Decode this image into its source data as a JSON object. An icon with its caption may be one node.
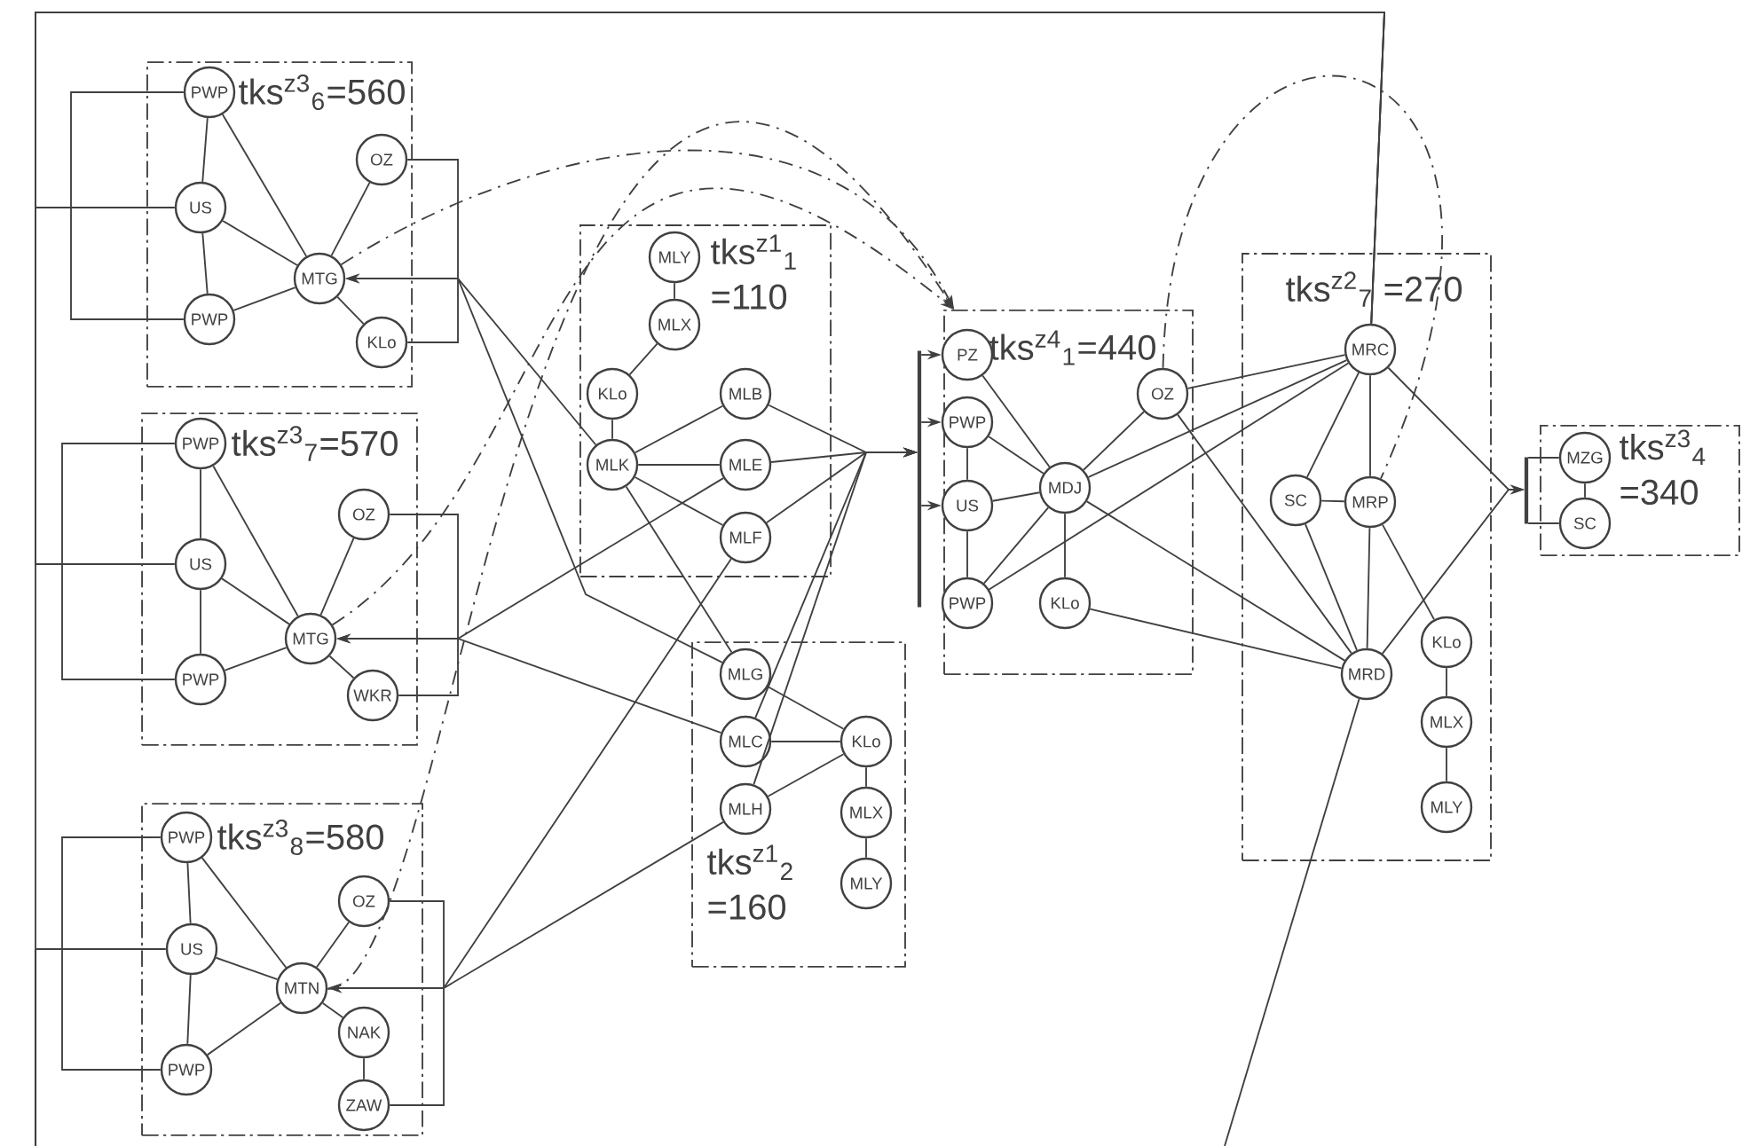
{
  "diagram": {
    "nodes": [
      {
        "text": [
          "tks$^{z3}$$_{6}$=560"
        ]
      },
      {
        "text": [
          "PWP"
        ],
        "in": 0
      },
      {
        "text": [
          "US"
        ],
        "in": 0
      },
      {
        "text": [
          "PWP"
        ],
        "in": 0
      },
      {
        "text": [
          "OZ"
        ],
        "in": 0
      },
      {
        "text": [
          "MTG"
        ],
        "in": 0
      },
      {
        "text": [
          "KLo"
        ],
        "in": 0
      },
      {
        "text": [
          "tks$^{z3}$$_{7}$=570"
        ]
      },
      {
        "text": [
          "PWP"
        ],
        "in": 7
      },
      {
        "text": [
          "US"
        ],
        "in": 7
      },
      {
        "text": [
          "PWP"
        ],
        "in": 7
      },
      {
        "text": [
          "OZ"
        ],
        "in": 7
      },
      {
        "text": [
          "MTG"
        ],
        "in": 7
      },
      {
        "text": [
          "WKR"
        ],
        "in": 7
      },
      {
        "text": [
          "tks$^{z3}$$_{8}$=580"
        ]
      },
      {
        "text": [
          "PWP"
        ],
        "in": 14
      },
      {
        "text": [
          "US"
        ],
        "in": 14
      },
      {
        "text": [
          "PWP"
        ],
        "in": 14
      },
      {
        "text": [
          "OZ"
        ],
        "in": 14
      },
      {
        "text": [
          "MTN"
        ],
        "in": 14
      },
      {
        "text": [
          "NAK"
        ],
        "in": 14
      },
      {
        "text": [
          "ZAW"
        ],
        "in": 14
      },
      {
        "text": [
          "tks$^{z1}$$_{1}$ =110"
        ]
      },
      {
        "text": [
          "MLY"
        ],
        "in": 22
      },
      {
        "text": [
          "MLX"
        ],
        "in": 22
      },
      {
        "text": [
          "KLo"
        ],
        "in": 22
      },
      {
        "text": [
          "MLB"
        ],
        "in": 22
      },
      {
        "text": [
          "MLK"
        ],
        "in": 22
      },
      {
        "text": [
          "MLE"
        ],
        "in": 22
      },
      {
        "text": [
          "MLF"
        ],
        "in": 22
      },
      {
        "text": [
          "tks$^{z1}$$_{2}$ =160"
        ]
      },
      {
        "text": [
          "MLG"
        ],
        "in": 30
      },
      {
        "text": [
          "MLC"
        ],
        "in": 30
      },
      {
        "text": [
          "KLo"
        ],
        "in": 30
      },
      {
        "text": [
          "MLH"
        ],
        "in": 30
      },
      {
        "text": [
          "MLX"
        ],
        "in": 30
      },
      {
        "text": [
          "MLY"
        ],
        "in": 30
      },
      {
        "text": [
          "tks$^{z4}$$_{1}$=440"
        ]
      },
      {
        "text": [
          "PZ"
        ],
        "in": 37
      },
      {
        "text": [
          "PWP"
        ],
        "in": 37
      },
      {
        "text": [
          "OZ"
        ],
        "in": 37
      },
      {
        "text": [
          "US"
        ],
        "in": 37
      },
      {
        "text": [
          "MDJ"
        ],
        "in": 37
      },
      {
        "text": [
          "PWP"
        ],
        "in": 37
      },
      {
        "text": [
          "KLo"
        ],
        "in": 37
      },
      {
        "text": [
          "tks$^{z2}$$_{7}$ =270"
        ]
      },
      {
        "text": [
          "MRC"
        ],
        "in": 45
      },
      {
        "text": [
          "SC"
        ],
        "in": 45
      },
      {
        "text": [
          "MRP"
        ],
        "in": 45
      },
      {
        "text": [
          "MRD"
        ],
        "in": 45
      },
      {
        "text": [
          "KLo"
        ],
        "in": 45
      },
      {
        "text": [
          "MLX"
        ],
        "in": 45
      },
      {
        "text": [
          "MLY"
        ],
        "in": 45
      },
      {
        "text": [
          "tks$^{z3}$$_{4}$ =340"
        ]
      },
      {
        "text": [
          "MZG"
        ],
        "in": 53
      },
      {
        "text": [
          "SC"
        ],
        "in": 53
      },
      {
        "text": [],
        "shape": "bar"
      },
      {
        "text": [],
        "shape": "bar"
      }
    ],
    "edges": [
      {
        "from": 1,
        "to": 2,
        "arrow": "none"
      },
      {
        "from": 2,
        "to": 3,
        "arrow": "none"
      },
      {
        "from": 1,
        "to": 5,
        "arrow": "none"
      },
      {
        "from": 2,
        "to": 5,
        "arrow": "none"
      },
      {
        "from": 3,
        "to": 5,
        "arrow": "none"
      },
      {
        "from": 4,
        "to": 5,
        "arrow": "none"
      },
      {
        "from": 5,
        "to": 6,
        "arrow": "none"
      },
      {
        "from": 1,
        "to": 3,
        "arrow": "none"
      },
      {
        "from": 4,
        "to": 6,
        "arrow": "none"
      },
      {
        "from": 8,
        "to": 9,
        "arrow": "none"
      },
      {
        "from": 9,
        "to": 10,
        "arrow": "none"
      },
      {
        "from": 8,
        "to": 12,
        "arrow": "none"
      },
      {
        "from": 9,
        "to": 12,
        "arrow": "none"
      },
      {
        "from": 10,
        "to": 12,
        "arrow": "none"
      },
      {
        "from": 11,
        "to": 12,
        "arrow": "none"
      },
      {
        "from": 12,
        "to": 13,
        "arrow": "none"
      },
      {
        "from": 8,
        "to": 10,
        "arrow": "none"
      },
      {
        "from": 11,
        "to": 13,
        "arrow": "none"
      },
      {
        "from": 15,
        "to": 16,
        "arrow": "none"
      },
      {
        "from": 16,
        "to": 17,
        "arrow": "none"
      },
      {
        "from": 15,
        "to": 19,
        "arrow": "none"
      },
      {
        "from": 16,
        "to": 19,
        "arrow": "none"
      },
      {
        "from": 17,
        "to": 19,
        "arrow": "none"
      },
      {
        "from": 18,
        "to": 19,
        "arrow": "none"
      },
      {
        "from": 19,
        "to": 20,
        "arrow": "none"
      },
      {
        "from": 20,
        "to": 21,
        "arrow": "none"
      },
      {
        "from": 15,
        "to": 17,
        "arrow": "none"
      },
      {
        "from": 18,
        "to": 21,
        "arrow": "none"
      },
      {
        "from": 23,
        "to": 24,
        "arrow": "none"
      },
      {
        "from": 24,
        "to": 25,
        "arrow": "none"
      },
      {
        "from": 25,
        "to": 27,
        "arrow": "none"
      },
      {
        "from": 27,
        "to": 26,
        "arrow": "none"
      },
      {
        "from": 27,
        "to": 28,
        "arrow": "none"
      },
      {
        "from": 27,
        "to": 29,
        "arrow": "none"
      },
      {
        "from": 27,
        "to": 31,
        "arrow": "none"
      },
      {
        "from": 31,
        "to": 33,
        "arrow": "none"
      },
      {
        "from": 32,
        "to": 33,
        "arrow": "none"
      },
      {
        "from": 33,
        "to": 34,
        "arrow": "none"
      },
      {
        "from": 33,
        "to": 35,
        "arrow": "none"
      },
      {
        "from": 35,
        "to": 36,
        "arrow": "none"
      },
      {
        "from": 38,
        "to": 42,
        "arrow": "none"
      },
      {
        "from": 39,
        "to": 42,
        "arrow": "none"
      },
      {
        "from": 39,
        "to": 41,
        "arrow": "none"
      },
      {
        "from": 41,
        "to": 42,
        "arrow": "none"
      },
      {
        "from": 41,
        "to": 43,
        "arrow": "none"
      },
      {
        "from": 40,
        "to": 42,
        "arrow": "none"
      },
      {
        "from": 42,
        "to": 44,
        "arrow": "none"
      },
      {
        "from": 43,
        "to": 42,
        "arrow": "none"
      },
      {
        "from": 46,
        "to": 47,
        "arrow": "none"
      },
      {
        "from": 46,
        "to": 48,
        "arrow": "none"
      },
      {
        "from": 47,
        "to": 48,
        "arrow": "none"
      },
      {
        "from": 47,
        "to": 49,
        "arrow": "none"
      },
      {
        "from": 48,
        "to": 49,
        "arrow": "none"
      },
      {
        "from": 48,
        "to": 50,
        "arrow": "none"
      },
      {
        "from": 50,
        "to": 51,
        "arrow": "none"
      },
      {
        "from": 51,
        "to": 52,
        "arrow": "none"
      },
      {
        "from": 40,
        "to": 46,
        "arrow": "none"
      },
      {
        "from": 42,
        "to": 46,
        "arrow": "none"
      },
      {
        "from": 43,
        "to": 46,
        "arrow": "none"
      },
      {
        "from": 40,
        "to": 49,
        "arrow": "none"
      },
      {
        "from": 42,
        "to": 49,
        "arrow": "none"
      },
      {
        "from": 44,
        "to": 49,
        "arrow": "none"
      },
      {
        "from": 46,
        "to": 57,
        "arrow": "to"
      },
      {
        "from": 49,
        "to": 57,
        "arrow": "to"
      },
      {
        "from": 54,
        "to": 55,
        "arrow": "none"
      },
      {
        "from": 2,
        "to": 46,
        "arrow": "none"
      },
      {
        "from": 9,
        "to": 46,
        "arrow": "none"
      },
      {
        "from": 16,
        "to": 46,
        "arrow": "none"
      },
      {
        "from": 26,
        "to": 56,
        "arrow": "to"
      },
      {
        "from": 28,
        "to": 56,
        "arrow": "to"
      },
      {
        "from": 29,
        "to": 56,
        "arrow": "to"
      },
      {
        "from": 32,
        "to": 56,
        "arrow": "to"
      },
      {
        "from": 34,
        "to": 56,
        "arrow": "to"
      },
      {
        "from": 27,
        "to": 5,
        "arrow": "to"
      },
      {
        "from": 31,
        "to": 5,
        "arrow": "to"
      },
      {
        "from": 28,
        "to": 12,
        "arrow": "to"
      },
      {
        "from": 32,
        "to": 12,
        "arrow": "to"
      },
      {
        "from": 29,
        "to": 19,
        "arrow": "to"
      },
      {
        "from": 34,
        "to": 19,
        "arrow": "to"
      },
      {
        "from": 5,
        "to": 37,
        "arrow": "to",
        "style": "dashed"
      },
      {
        "from": 12,
        "to": 37,
        "arrow": "to",
        "style": "dashed"
      },
      {
        "from": 19,
        "to": 37,
        "arrow": "to",
        "style": "dashed"
      },
      {
        "from": 40,
        "to": 48,
        "arrow": "none",
        "style": "dashed"
      },
      {
        "from": 49,
        "to": null,
        "arrow": "none"
      },
      {
        "from": 56,
        "to": 38,
        "arrow": "to"
      },
      {
        "from": 56,
        "to": 39,
        "arrow": "to"
      },
      {
        "from": 56,
        "to": 41,
        "arrow": "to"
      },
      {
        "from": 57,
        "to": 54,
        "arrow": "none"
      },
      {
        "from": 57,
        "to": 55,
        "arrow": "none"
      }
    ]
  }
}
